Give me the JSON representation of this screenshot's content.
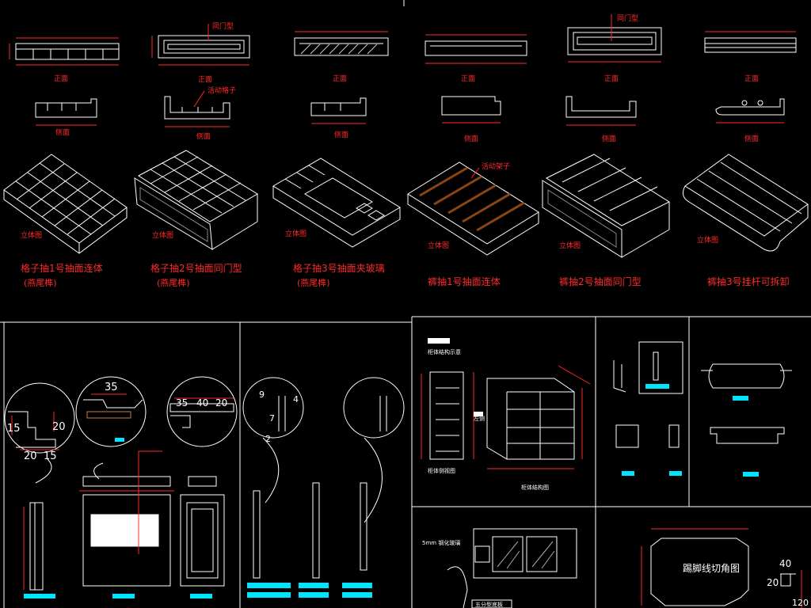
{
  "top_row": {
    "titles": [
      "格子抽1号抽面连体",
      "格子抽2号抽面同门型",
      "格子抽3号抽面夹玻璃",
      "裤抽1号抽面连体",
      "裤抽2号抽面同门型",
      "裤抽3号挂杆可拆卸"
    ],
    "subtitle": "(燕尾榫)",
    "view_labels": {
      "front": "正面",
      "side": "侧面",
      "iso": "立体图"
    },
    "callouts": {
      "door_type": "同门型",
      "movable_grid": "活动格子",
      "movable_rack": "活动架子"
    }
  },
  "details": {
    "dims_a": [
      "15",
      "20",
      "20",
      "15"
    ],
    "dims_b": [
      "35"
    ],
    "dims_c": [
      "35",
      "40",
      "20"
    ],
    "dims_d": [
      "9",
      "4",
      "7",
      "2"
    ]
  },
  "cabinet": {
    "side_view": "柜体侧视图",
    "section_view": "柜体结构图",
    "legend": "柜体结构示意",
    "left_tag": "左侧"
  },
  "lower_right": {
    "note": "5mm 钢化玻璃",
    "base_note": "五分型底板",
    "kick": "踢脚线切角图",
    "dims": [
      "40",
      "20",
      "120"
    ]
  },
  "colors": {
    "line": "#ffffff",
    "red": "#ff2a2a",
    "cyan": "#00e5ff",
    "bg": "#000000"
  }
}
